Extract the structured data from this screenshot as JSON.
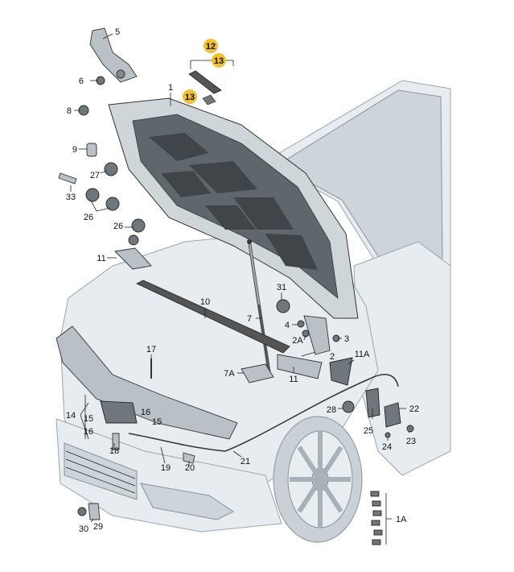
{
  "highlight_color": "#f2c12e",
  "labels": {
    "l1": "1",
    "l1a": "1A",
    "l2": "2",
    "l2a": "2A",
    "l3": "3",
    "l4": "4",
    "l5": "5",
    "l6": "6",
    "l7": "7",
    "l7a": "7A",
    "l8": "8",
    "l9": "9",
    "l10": "10",
    "l11_top": "11",
    "l11_mid": "11",
    "l11a": "11A",
    "l12": "12",
    "l13_top": "13",
    "l13_mid": "13",
    "l14": "14",
    "l15_a": "15",
    "l15_b": "15",
    "l16_a": "16",
    "l16_b": "16",
    "l17": "17",
    "l18": "18",
    "l19": "19",
    "l20": "20",
    "l21": "21",
    "l22": "22",
    "l23": "23",
    "l24": "24",
    "l25": "25",
    "l26_a": "26",
    "l26_b": "26",
    "l27": "27",
    "l28": "28",
    "l29": "29",
    "l30": "30",
    "l31": "31",
    "l33": "33"
  }
}
